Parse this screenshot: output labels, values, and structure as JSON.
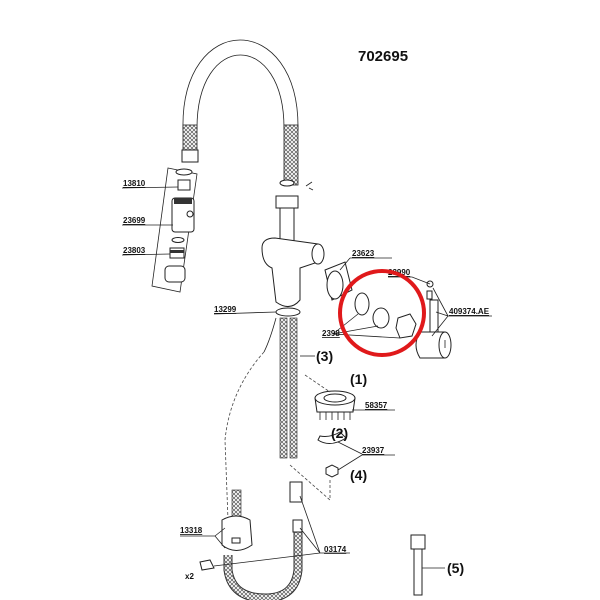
{
  "diagram": {
    "model_number": "702695",
    "highlight_color": "#e0191b",
    "part_labels": {
      "p13810": "13810",
      "p23699": "23699",
      "p23803": "23803",
      "p13299": "13299",
      "p23623": "23623",
      "p23990": "23990",
      "p409374": "409374.AE",
      "p2398": "2398",
      "p58357": "58357",
      "p23937": "23937",
      "p13318": "13318",
      "p03174": "03174"
    },
    "callouts": {
      "c1": "(1)",
      "c2": "(2)",
      "c3": "(3)",
      "c4": "(4)",
      "c5": "(5)"
    },
    "quantity_note": "x2"
  }
}
